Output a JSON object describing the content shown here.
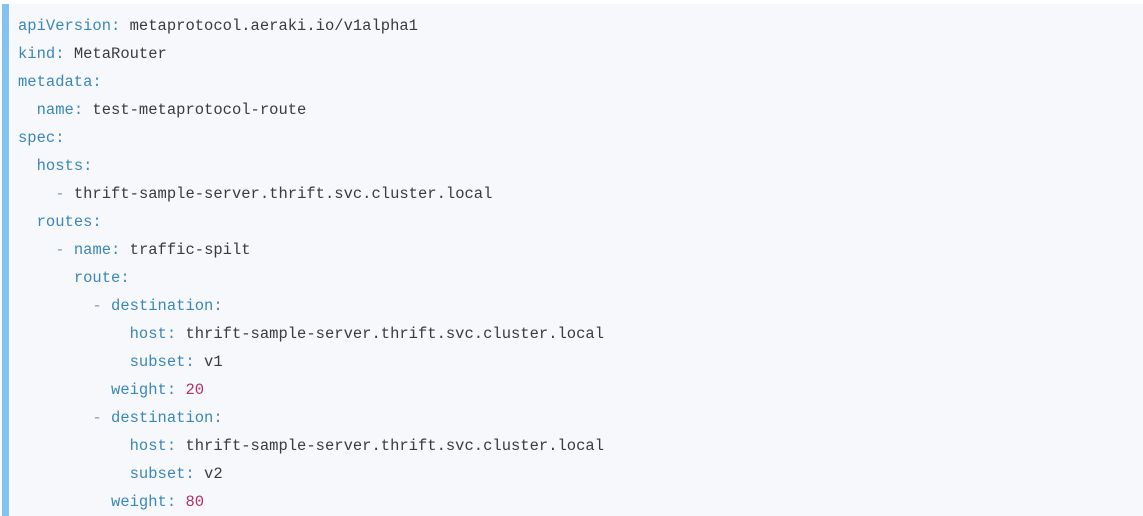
{
  "colors": {
    "accent-bar": "#85c2ef",
    "block-bg": "#f6f8fb",
    "key-color": "#3a87b8",
    "plain-color": "#3b3b3b",
    "punct-color": "#7d9cb0",
    "num-color": "#b03267",
    "page-bg": "#ffffff"
  },
  "code": {
    "language": "yaml",
    "lines": [
      [
        {
          "c": "key",
          "t": "apiVersion:"
        },
        {
          "c": "plain",
          "t": " metaprotocol.aeraki.io/v1alpha1"
        }
      ],
      [
        {
          "c": "key",
          "t": "kind:"
        },
        {
          "c": "plain",
          "t": " MetaRouter"
        }
      ],
      [
        {
          "c": "key",
          "t": "metadata:"
        }
      ],
      [
        {
          "c": "plain",
          "t": "  "
        },
        {
          "c": "key",
          "t": "name:"
        },
        {
          "c": "plain",
          "t": " test-metaprotocol-route"
        }
      ],
      [
        {
          "c": "key",
          "t": "spec:"
        }
      ],
      [
        {
          "c": "plain",
          "t": "  "
        },
        {
          "c": "key",
          "t": "hosts:"
        }
      ],
      [
        {
          "c": "plain",
          "t": "    "
        },
        {
          "c": "punct",
          "t": "-"
        },
        {
          "c": "plain",
          "t": " thrift-sample-server.thrift.svc.cluster.local"
        }
      ],
      [
        {
          "c": "plain",
          "t": "  "
        },
        {
          "c": "key",
          "t": "routes:"
        }
      ],
      [
        {
          "c": "plain",
          "t": "    "
        },
        {
          "c": "punct",
          "t": "-"
        },
        {
          "c": "plain",
          "t": " "
        },
        {
          "c": "key",
          "t": "name:"
        },
        {
          "c": "plain",
          "t": " traffic-spilt"
        }
      ],
      [
        {
          "c": "plain",
          "t": "      "
        },
        {
          "c": "key",
          "t": "route:"
        }
      ],
      [
        {
          "c": "plain",
          "t": "        "
        },
        {
          "c": "punct",
          "t": "-"
        },
        {
          "c": "plain",
          "t": " "
        },
        {
          "c": "key",
          "t": "destination:"
        }
      ],
      [
        {
          "c": "plain",
          "t": "            "
        },
        {
          "c": "key",
          "t": "host:"
        },
        {
          "c": "plain",
          "t": " thrift-sample-server.thrift.svc.cluster.local"
        }
      ],
      [
        {
          "c": "plain",
          "t": "            "
        },
        {
          "c": "key",
          "t": "subset:"
        },
        {
          "c": "plain",
          "t": " v1"
        }
      ],
      [
        {
          "c": "plain",
          "t": "          "
        },
        {
          "c": "key",
          "t": "weight:"
        },
        {
          "c": "plain",
          "t": " "
        },
        {
          "c": "num",
          "t": "20"
        }
      ],
      [
        {
          "c": "plain",
          "t": "        "
        },
        {
          "c": "punct",
          "t": "-"
        },
        {
          "c": "plain",
          "t": " "
        },
        {
          "c": "key",
          "t": "destination:"
        }
      ],
      [
        {
          "c": "plain",
          "t": "            "
        },
        {
          "c": "key",
          "t": "host:"
        },
        {
          "c": "plain",
          "t": " thrift-sample-server.thrift.svc.cluster.local"
        }
      ],
      [
        {
          "c": "plain",
          "t": "            "
        },
        {
          "c": "key",
          "t": "subset:"
        },
        {
          "c": "plain",
          "t": " v2"
        }
      ],
      [
        {
          "c": "plain",
          "t": "          "
        },
        {
          "c": "key",
          "t": "weight:"
        },
        {
          "c": "plain",
          "t": " "
        },
        {
          "c": "num",
          "t": "80"
        }
      ]
    ]
  }
}
